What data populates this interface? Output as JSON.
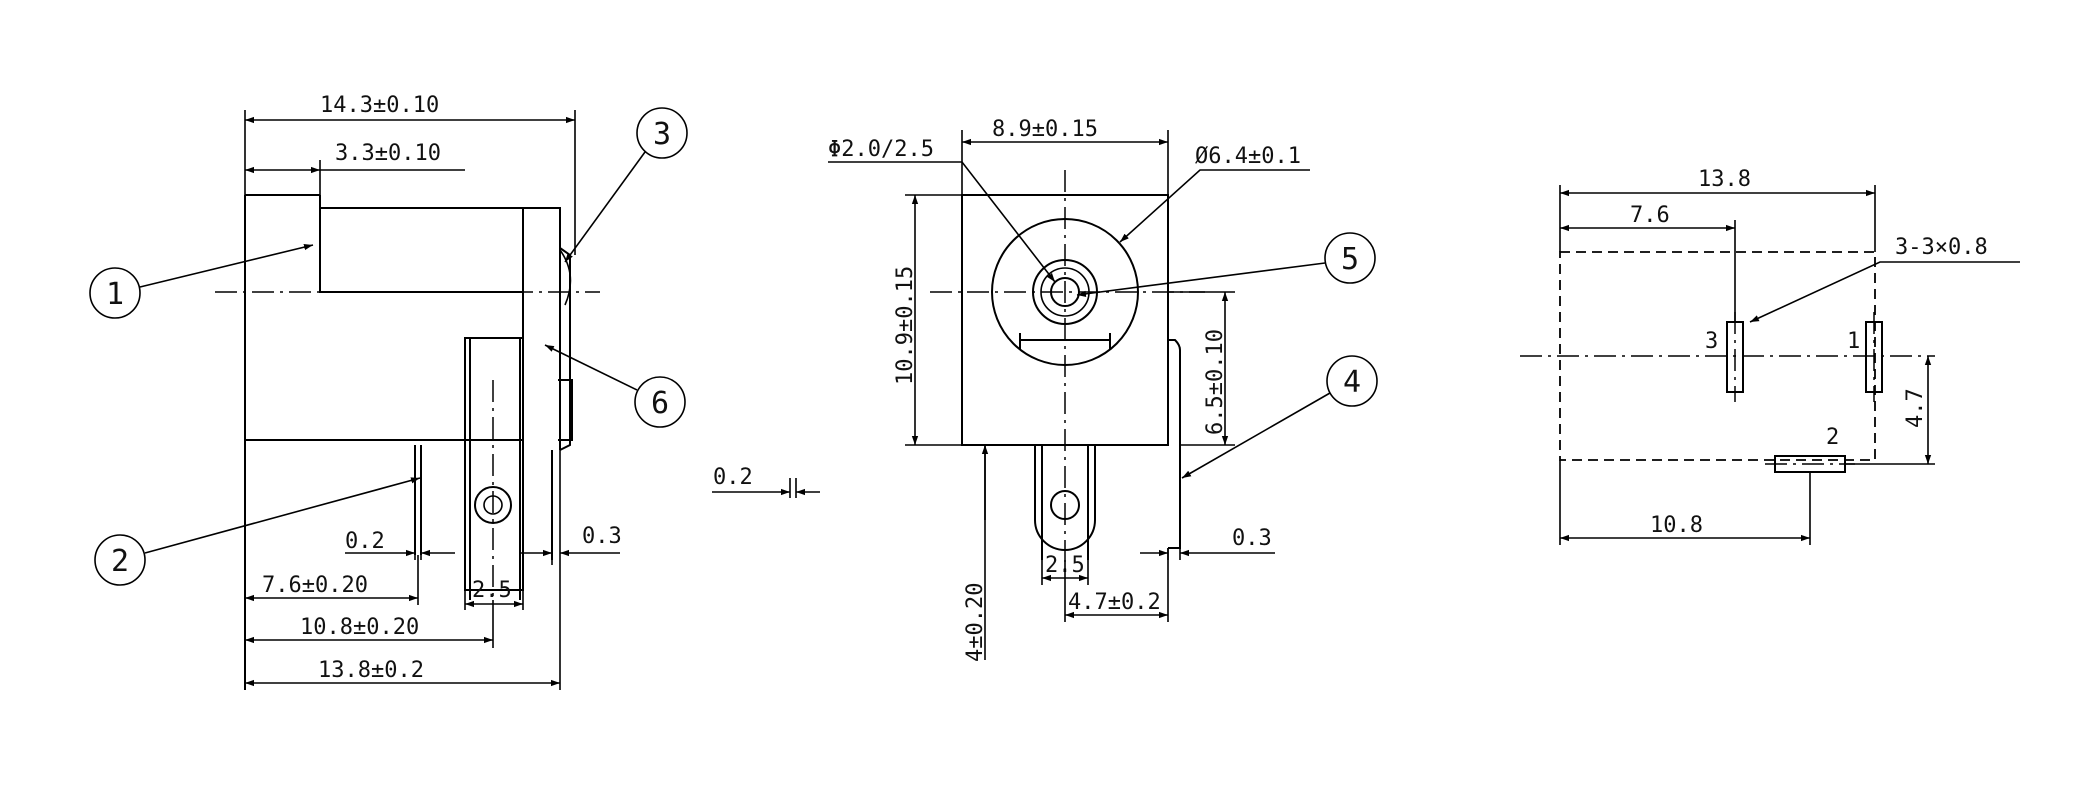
{
  "side_view": {
    "dim_overall_length": "14.3±0.10",
    "dim_flange": "3.3±0.10",
    "dim_pin_gap": "0.2",
    "dim_front_thickness": "0.3",
    "dim_pin1_pos": "7.6±0.20",
    "dim_pin_width": "2.5",
    "dim_pin2_pos": "10.8±0.20",
    "dim_body_length": "13.8±0.2",
    "callouts": [
      "1",
      "2",
      "3",
      "6"
    ]
  },
  "thickness_note": "0.2",
  "front_view": {
    "dim_width": "8.9±0.15",
    "dim_pin_dia": "Φ2.0/2.5",
    "dim_bore_dia": "Ø6.4±0.1",
    "dim_height": "10.9±0.15",
    "dim_center_height": "6.5±0.10",
    "dim_pin_length": "4±0.20",
    "dim_pin_width": "2.5",
    "dim_pin_offset": "4.7±0.2",
    "dim_side_thickness": "0.3",
    "callouts": [
      "4",
      "5"
    ]
  },
  "pcb_layout": {
    "dim_overall": "13.8",
    "dim_pin3_pos": "7.6",
    "dim_holes": "3-3×0.8",
    "dim_pin2_pos": "10.8",
    "dim_pin2_offset": "4.7",
    "pin_labels": [
      "3",
      "1",
      "2"
    ]
  }
}
